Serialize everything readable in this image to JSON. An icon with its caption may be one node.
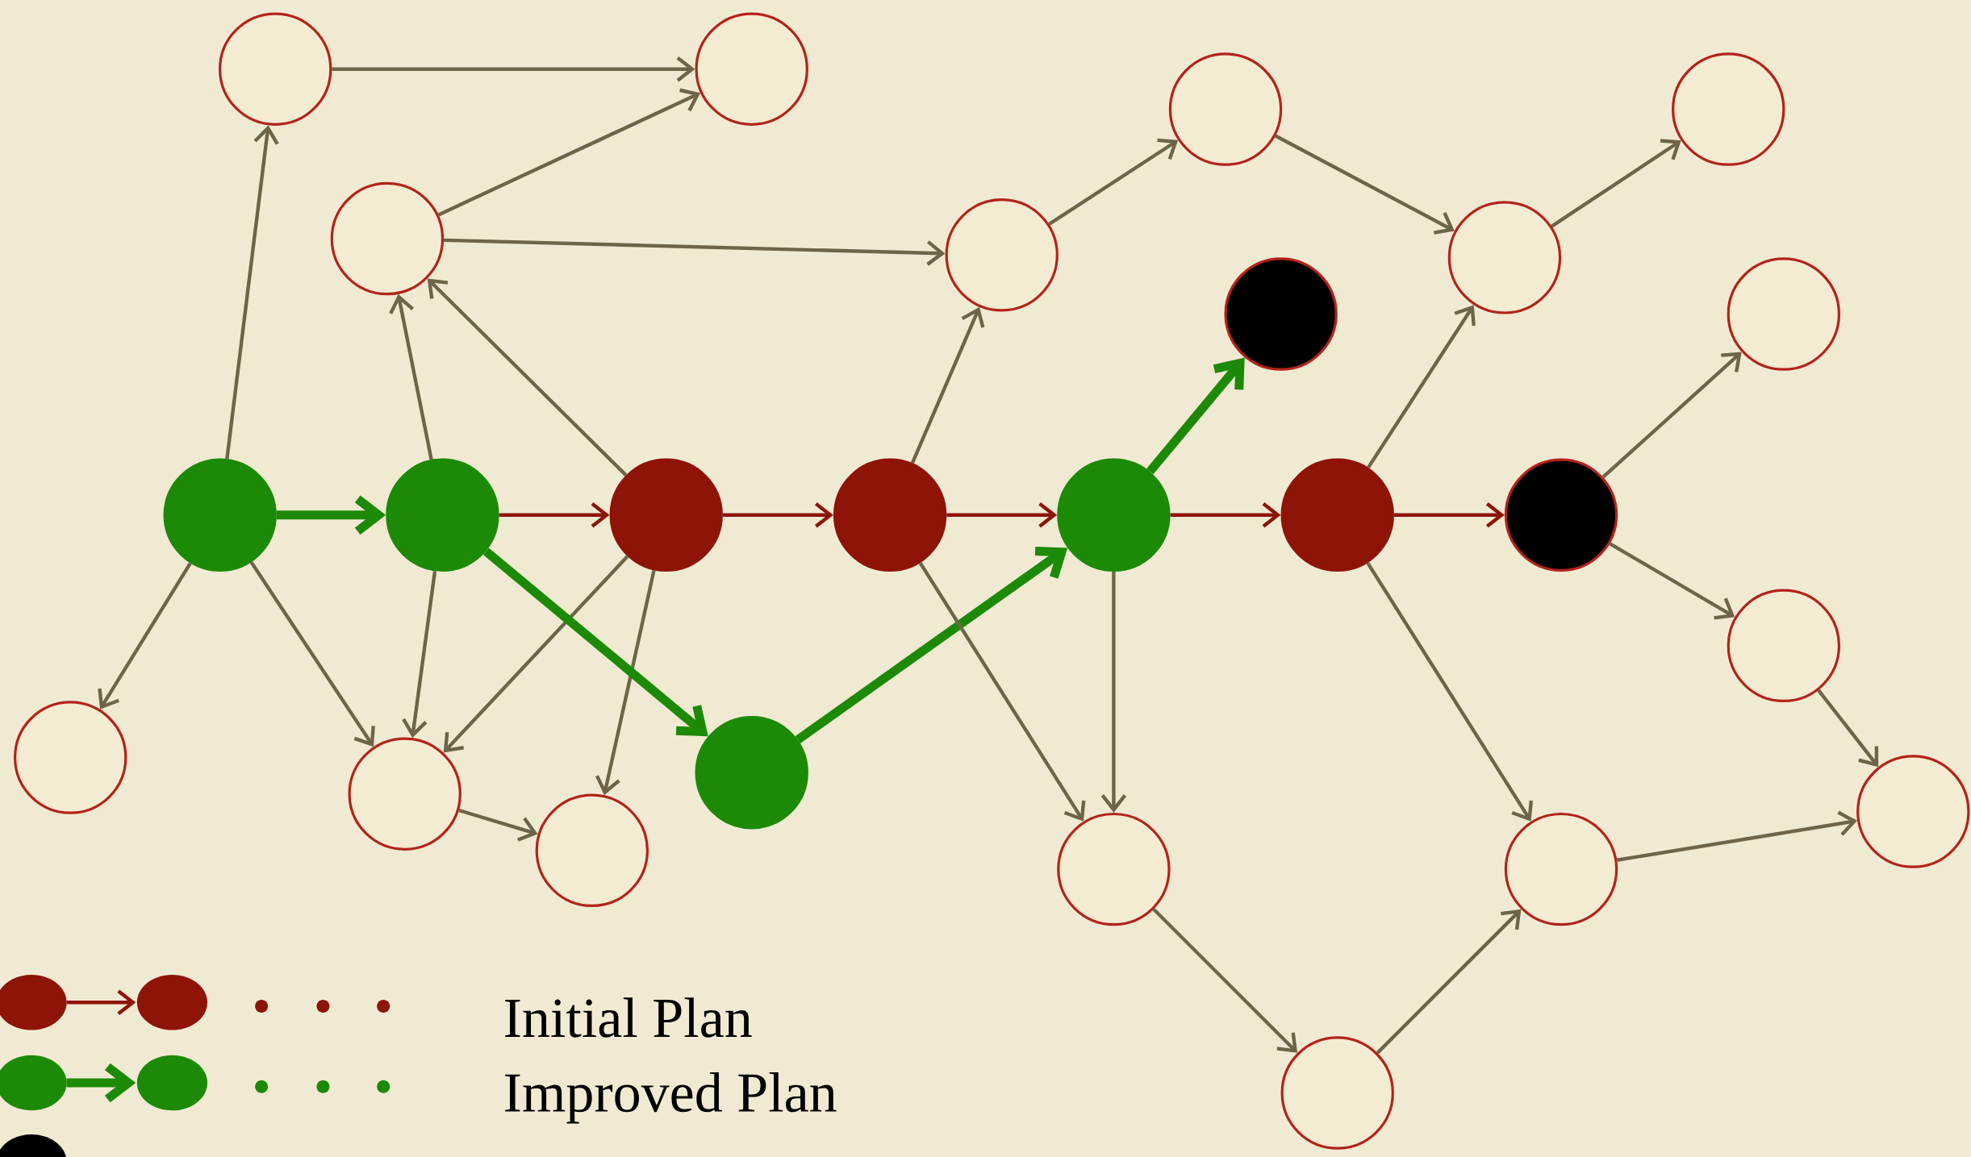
{
  "diagram": {
    "nodes": [
      {
        "text": [],
        "shape": "circle"
      },
      {
        "text": [],
        "shape": "circle"
      },
      {
        "text": [],
        "shape": "circle"
      },
      {
        "text": [],
        "shape": "circle"
      },
      {
        "text": [],
        "shape": "circle"
      },
      {
        "text": [],
        "shape": "circle"
      },
      {
        "text": [],
        "shape": "circle"
      },
      {
        "text": [],
        "shape": "circle"
      },
      {
        "text": [],
        "shape": "circle"
      },
      {
        "text": [],
        "shape": "circle"
      },
      {
        "text": [],
        "shape": "circle"
      },
      {
        "text": [],
        "shape": "circle"
      },
      {
        "text": [],
        "shape": "circle"
      },
      {
        "text": [],
        "shape": "circle"
      },
      {
        "text": [],
        "shape": "circle"
      },
      {
        "text": [],
        "shape": "circle"
      },
      {
        "text": [],
        "shape": "circle"
      },
      {
        "text": [],
        "shape": "circle"
      },
      {
        "text": [],
        "shape": "circle"
      },
      {
        "text": [],
        "shape": "circle"
      },
      {
        "text": [],
        "shape": "circle"
      },
      {
        "text": [],
        "shape": "circle"
      },
      {
        "text": [],
        "shape": "circle"
      },
      {
        "text": [],
        "shape": "circle"
      },
      {
        "text": [],
        "shape": "circle"
      }
    ],
    "edges": [
      {
        "from": 9,
        "to": 0,
        "arrow": "to"
      },
      {
        "from": 0,
        "to": 1,
        "arrow": "to"
      },
      {
        "from": 4,
        "to": 1,
        "arrow": "to"
      },
      {
        "from": 4,
        "to": 5,
        "arrow": "to"
      },
      {
        "from": 10,
        "to": 4,
        "arrow": "to"
      },
      {
        "from": 11,
        "to": 4,
        "arrow": "to"
      },
      {
        "from": 5,
        "to": 2,
        "arrow": "to"
      },
      {
        "from": 12,
        "to": 5,
        "arrow": "to"
      },
      {
        "from": 2,
        "to": 6,
        "arrow": "to"
      },
      {
        "from": 6,
        "to": 3,
        "arrow": "to"
      },
      {
        "from": 14,
        "to": 6,
        "arrow": "to"
      },
      {
        "from": 9,
        "to": 10,
        "arrow": "to",
        "style": "thick",
        "color": "#1c8a06"
      },
      {
        "from": 10,
        "to": 11,
        "arrow": "to",
        "color": "#8e1408"
      },
      {
        "from": 11,
        "to": 12,
        "arrow": "to",
        "color": "#8e1408"
      },
      {
        "from": 12,
        "to": 13,
        "arrow": "to",
        "color": "#8e1408"
      },
      {
        "from": 13,
        "to": 14,
        "arrow": "to",
        "color": "#8e1408"
      },
      {
        "from": 14,
        "to": 15,
        "arrow": "to",
        "color": "#8e1408"
      },
      {
        "from": 13,
        "to": 7,
        "arrow": "to",
        "style": "thick",
        "color": "#1c8a06"
      },
      {
        "from": 15,
        "to": 8,
        "arrow": "to"
      },
      {
        "from": 15,
        "to": 16,
        "arrow": "to"
      },
      {
        "from": 16,
        "to": 23,
        "arrow": "to"
      },
      {
        "from": 9,
        "to": 17,
        "arrow": "to"
      },
      {
        "from": 9,
        "to": 18,
        "arrow": "to"
      },
      {
        "from": 10,
        "to": 18,
        "arrow": "to"
      },
      {
        "from": 11,
        "to": 18,
        "arrow": "to"
      },
      {
        "from": 11,
        "to": 19,
        "arrow": "to"
      },
      {
        "from": 18,
        "to": 19,
        "arrow": "to"
      },
      {
        "from": 10,
        "to": 20,
        "arrow": "to",
        "style": "thick",
        "color": "#1c8a06"
      },
      {
        "from": 20,
        "to": 13,
        "arrow": "to",
        "style": "thick",
        "color": "#1c8a06"
      },
      {
        "from": 12,
        "to": 21,
        "arrow": "to"
      },
      {
        "from": 13,
        "to": 21,
        "arrow": "to"
      },
      {
        "from": 14,
        "to": 22,
        "arrow": "to"
      },
      {
        "from": 21,
        "to": 24,
        "arrow": "to"
      },
      {
        "from": 24,
        "to": 22,
        "arrow": "to"
      },
      {
        "from": 22,
        "to": 23,
        "arrow": "to"
      }
    ],
    "legend": [
      {
        "text": "Initial Plan"
      },
      {
        "text": "Improved Plan"
      }
    ]
  }
}
